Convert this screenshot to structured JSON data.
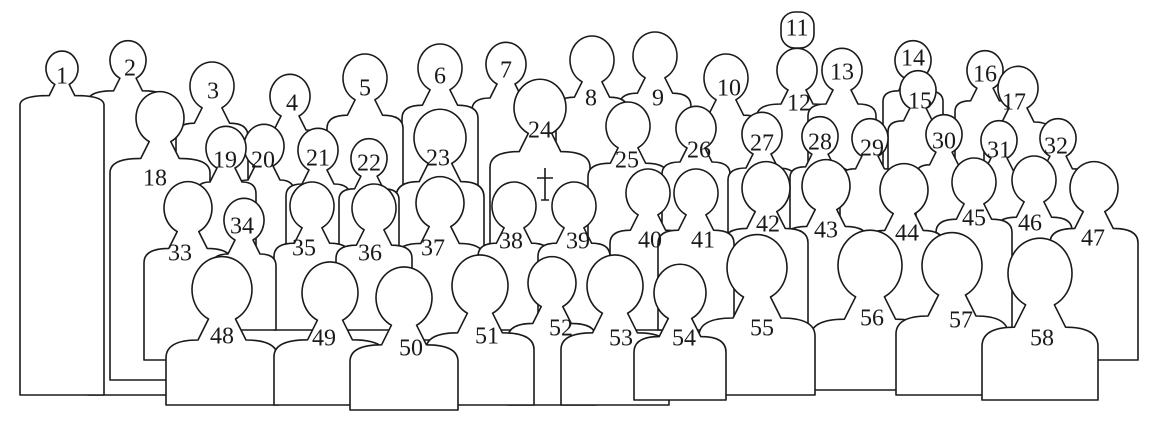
{
  "people": [
    {
      "id": 1,
      "label": "1"
    },
    {
      "id": 2,
      "label": "2"
    },
    {
      "id": 3,
      "label": "3"
    },
    {
      "id": 4,
      "label": "4"
    },
    {
      "id": 5,
      "label": "5"
    },
    {
      "id": 6,
      "label": "6"
    },
    {
      "id": 7,
      "label": "7"
    },
    {
      "id": 8,
      "label": "8"
    },
    {
      "id": 9,
      "label": "9"
    },
    {
      "id": 10,
      "label": "10"
    },
    {
      "id": 11,
      "label": "11"
    },
    {
      "id": 12,
      "label": "12"
    },
    {
      "id": 13,
      "label": "13"
    },
    {
      "id": 14,
      "label": "14"
    },
    {
      "id": 15,
      "label": "15"
    },
    {
      "id": 16,
      "label": "16"
    },
    {
      "id": 17,
      "label": "17"
    },
    {
      "id": 18,
      "label": "18"
    },
    {
      "id": 19,
      "label": "19"
    },
    {
      "id": 20,
      "label": "20"
    },
    {
      "id": 21,
      "label": "21"
    },
    {
      "id": 22,
      "label": "22"
    },
    {
      "id": 23,
      "label": "23"
    },
    {
      "id": 24,
      "label": "24"
    },
    {
      "id": 25,
      "label": "25"
    },
    {
      "id": 26,
      "label": "26"
    },
    {
      "id": 27,
      "label": "27"
    },
    {
      "id": 28,
      "label": "28"
    },
    {
      "id": 29,
      "label": "29"
    },
    {
      "id": 30,
      "label": "30"
    },
    {
      "id": 31,
      "label": "31"
    },
    {
      "id": 32,
      "label": "32"
    },
    {
      "id": 33,
      "label": "33"
    },
    {
      "id": 34,
      "label": "34"
    },
    {
      "id": 35,
      "label": "35"
    },
    {
      "id": 36,
      "label": "36"
    },
    {
      "id": 37,
      "label": "37"
    },
    {
      "id": 38,
      "label": "38"
    },
    {
      "id": 39,
      "label": "39"
    },
    {
      "id": 40,
      "label": "40"
    },
    {
      "id": 41,
      "label": "41"
    },
    {
      "id": 42,
      "label": "42"
    },
    {
      "id": 43,
      "label": "43"
    },
    {
      "id": 44,
      "label": "44"
    },
    {
      "id": 45,
      "label": "45"
    },
    {
      "id": 46,
      "label": "46"
    },
    {
      "id": 47,
      "label": "47"
    },
    {
      "id": 48,
      "label": "48"
    },
    {
      "id": 49,
      "label": "49"
    },
    {
      "id": 50,
      "label": "50"
    },
    {
      "id": 51,
      "label": "51"
    },
    {
      "id": 52,
      "label": "52"
    },
    {
      "id": 53,
      "label": "53"
    },
    {
      "id": 54,
      "label": "54"
    },
    {
      "id": 55,
      "label": "55"
    },
    {
      "id": 56,
      "label": "56"
    },
    {
      "id": 57,
      "label": "57"
    },
    {
      "id": 58,
      "label": "58"
    }
  ]
}
